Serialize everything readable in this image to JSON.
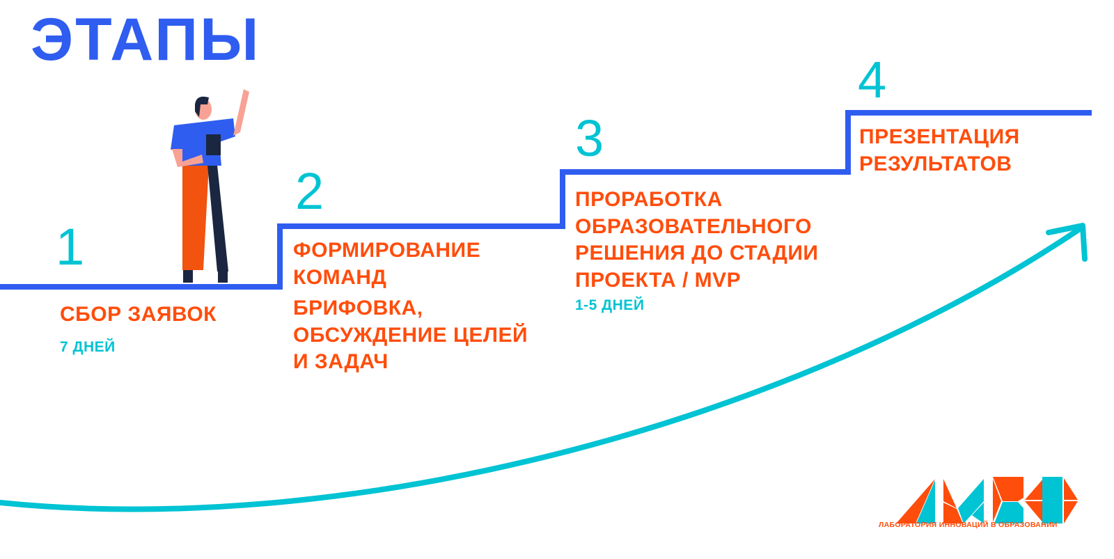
{
  "title": "ЭТАПЫ",
  "stages": [
    {
      "number": "1",
      "lines": [
        "СБОР ЗАЯВОК"
      ],
      "duration": "7 ДНЕЙ"
    },
    {
      "number": "2",
      "lines": [
        "ФОРМИРОВАНИЕ",
        "КОМАНД",
        "БРИФОВКА,",
        "ОБСУЖДЕНИЕ ЦЕЛЕЙ",
        "И ЗАДАЧ"
      ]
    },
    {
      "number": "3",
      "lines": [
        "ПРОРАБОТКА",
        "ОБРАЗОВАТЕЛЬНОГО",
        "РЕШЕНИЯ ДО СТАДИИ",
        "ПРОЕКТА / MVP"
      ],
      "duration": "1-5 ДНЕЙ"
    },
    {
      "number": "4",
      "lines": [
        "ПРЕЗЕНТАЦИЯ",
        "РЕЗУЛЬТАТОВ"
      ]
    }
  ],
  "logo": {
    "letters": "ЛИКО",
    "caption": "ЛАБОРАТОРИЯ ИННОВАЦИЙ В ОБРАЗОВАНИИ"
  },
  "colors": {
    "blue": "#2f5df0",
    "cyan": "#00c3d3",
    "orange": "#ff4d0c",
    "navy": "#1b2640"
  }
}
